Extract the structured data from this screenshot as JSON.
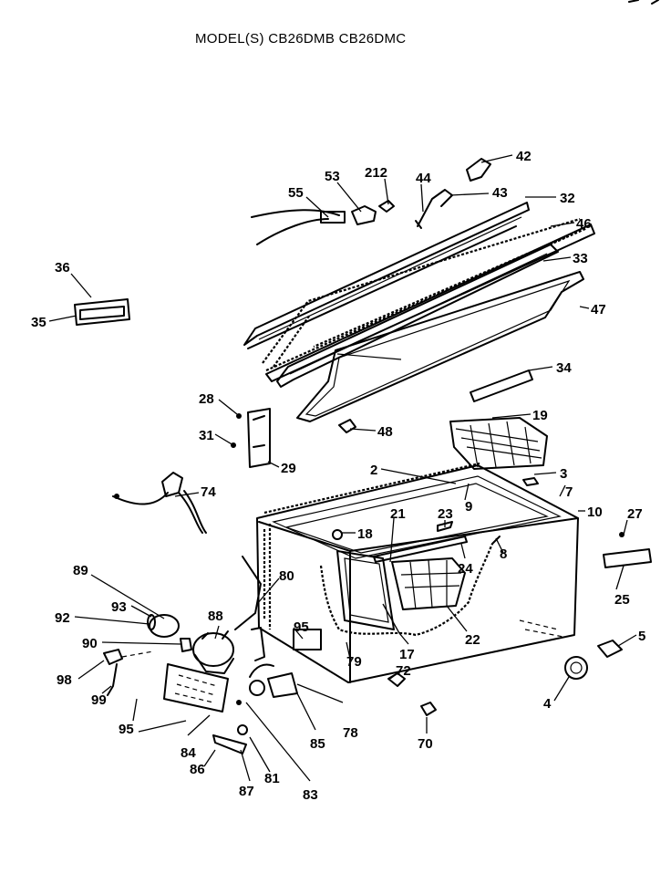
{
  "title": "MODEL(S) CB26DMB  CB26DMC",
  "callouts": {
    "c42": "42",
    "c212": "212",
    "c53": "53",
    "c44": "44",
    "c43": "43",
    "c55": "55",
    "c32": "32",
    "c46": "46",
    "c33": "33",
    "c47": "47",
    "c36": "36",
    "c35": "35",
    "c34": "34",
    "c28": "28",
    "c31": "31",
    "c29": "29",
    "c48": "48",
    "c19": "19",
    "c2": "2",
    "c3": "3",
    "c7": "7",
    "c9": "9",
    "c10": "10",
    "c74": "74",
    "c21": "21",
    "c23": "23",
    "c18": "18",
    "c27": "27",
    "c8": "8",
    "c24": "24",
    "c25": "25",
    "c89": "89",
    "c80": "80",
    "c93": "93",
    "c92": "92",
    "c88": "88",
    "c95a": "95",
    "c90": "90",
    "c17": "17",
    "c22": "22",
    "c5": "5",
    "c79": "79",
    "c98": "98",
    "c72": "72",
    "c99": "99",
    "c4": "4",
    "c95b": "95",
    "c85": "85",
    "c78": "78",
    "c70": "70",
    "c84": "84",
    "c86": "86",
    "c81": "81",
    "c87": "87",
    "c83": "83"
  }
}
